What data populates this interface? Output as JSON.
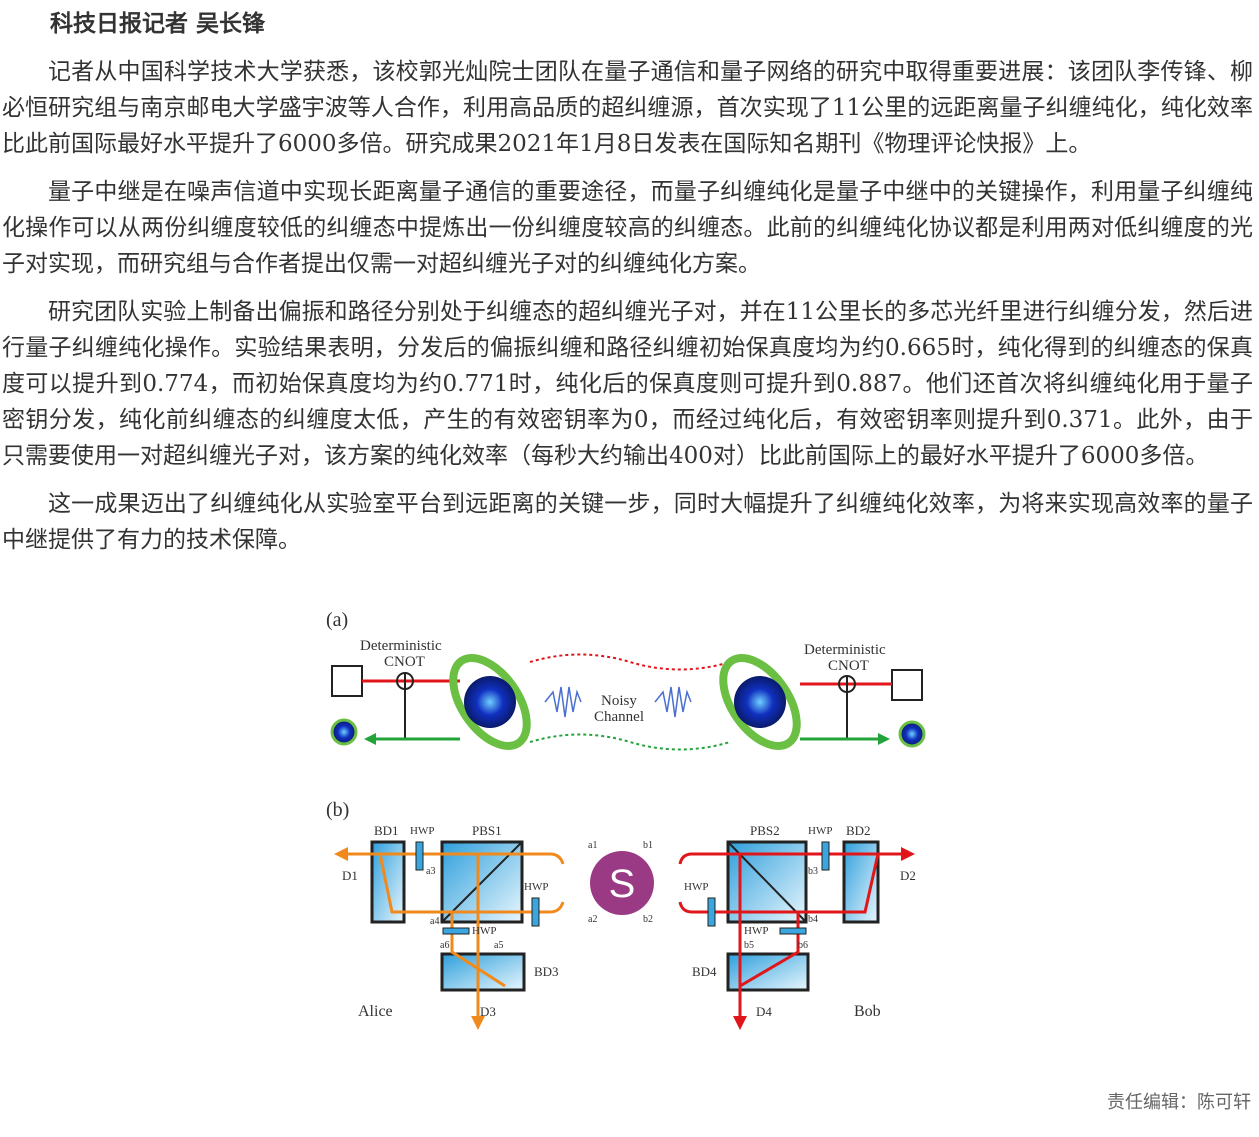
{
  "article": {
    "byline": "科技日报记者 吴长锋",
    "paragraphs": [
      "记者从中国科学技术大学获悉，该校郭光灿院士团队在量子通信和量子网络的研究中取得重要进展：该团队李传锋、柳必恒研究组与南京邮电大学盛宇波等人合作，利用高品质的超纠缠源，首次实现了11公里的远距离量子纠缠纯化，纯化效率比此前国际最好水平提升了6000多倍。研究成果2021年1月8日发表在国际知名期刊《物理评论快报》上。",
      "量子中继是在噪声信道中实现长距离量子通信的重要途径，而量子纠缠纯化是量子中继中的关键操作，利用量子纠缠纯化操作可以从两份纠缠度较低的纠缠态中提炼出一份纠缠度较高的纠缠态。此前的纠缠纯化协议都是利用两对低纠缠度的光子对实现，而研究组与合作者提出仅需一对超纠缠光子对的纠缠纯化方案。",
      "研究团队实验上制备出偏振和路径分别处于纠缠态的超纠缠光子对，并在11公里长的多芯光纤里进行纠缠分发，然后进行量子纠缠纯化操作。实验结果表明，分发后的偏振纠缠和路径纠缠初始保真度均为约0.665时，纯化得到的纠缠态的保真度可以提升到0.774，而初始保真度均为约0.771时，纯化后的保真度则可提升到0.887。他们还首次将纠缠纯化用于量子密钥分发，纯化前纠缠态的纠缠度太低，产生的有效密钥率为0，而经过纯化后，有效密钥率则提升到0.371。此外，由于只需要使用一对超纠缠光子对，该方案的纯化效率（每秒大约输出400对）比此前国际上的最好水平提升了6000多倍。",
      "这一成果迈出了纠缠纯化从实验室平台到远距离的关键一步，同时大幅提升了纠缠纯化效率，为将来实现高效率的量子中继提供了有力的技术保障。"
    ],
    "editor": "责任编辑：陈可轩"
  },
  "figure": {
    "panel_a": {
      "label": "(a)",
      "left_title": [
        "Deterministic",
        "CNOT"
      ],
      "right_title": [
        "Deterministic",
        "CNOT"
      ],
      "channel": [
        "Noisy",
        "Channel"
      ]
    },
    "panel_b": {
      "label": "(b)",
      "source": "S",
      "bd1": "BD1",
      "bd2": "BD2",
      "bd3": "BD3",
      "bd4": "BD4",
      "pbs1": "PBS1",
      "pbs2": "PBS2",
      "hwp": "HWP",
      "d1": "D1",
      "d2": "D2",
      "d3": "D3",
      "d4": "D4",
      "alice": "Alice",
      "bob": "Bob",
      "a1": "a1",
      "a2": "a2",
      "a3": "a3",
      "a4": "a4",
      "a5": "a5",
      "a6": "a6",
      "b1": "b1",
      "b2": "b2",
      "b3": "b3",
      "b4": "b4",
      "b5": "b5",
      "b6": "b6"
    },
    "colors": {
      "red": "#e0161b",
      "green": "#23a33a",
      "orange": "#f08a1c",
      "source": "#9a3a84",
      "block": "#3aa6df"
    }
  }
}
